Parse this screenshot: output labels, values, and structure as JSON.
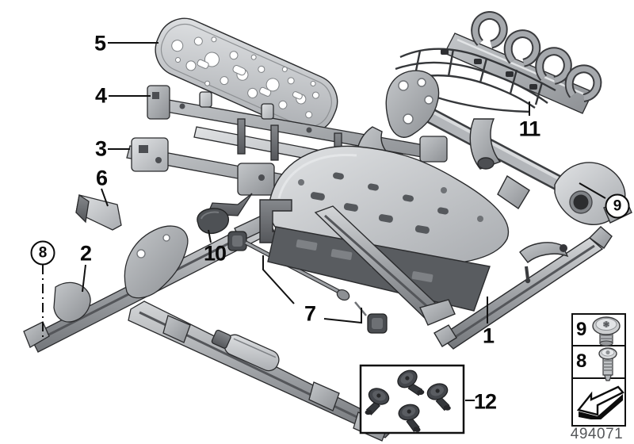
{
  "figure": {
    "type": "exploded-parts-diagram",
    "background": "#ffffff",
    "drawing_number": "494071"
  },
  "callouts": {
    "c1": {
      "label": "1",
      "style": "plain"
    },
    "c2": {
      "label": "2",
      "style": "plain"
    },
    "c3": {
      "label": "3",
      "style": "plain"
    },
    "c4": {
      "label": "4",
      "style": "plain"
    },
    "c5": {
      "label": "5",
      "style": "plain"
    },
    "c6": {
      "label": "6",
      "style": "plain"
    },
    "c7": {
      "label": "7",
      "style": "plain"
    },
    "c8": {
      "label": "8",
      "style": "circled"
    },
    "c9": {
      "label": "9",
      "style": "circled"
    },
    "c10": {
      "label": "10",
      "style": "plain"
    },
    "c11": {
      "label": "11",
      "style": "plain"
    },
    "c12": {
      "label": "12",
      "style": "plain"
    }
  },
  "legend": {
    "rows": [
      {
        "label": "9",
        "icon": "torx-pan-head-screw-icon"
      },
      {
        "label": "8",
        "icon": "torx-cheese-head-screw-icon"
      },
      {
        "label": "",
        "icon": "front-left-direction-arrow-icon"
      }
    ]
  },
  "hardware_box": {
    "callout": "12",
    "screw_count": 4,
    "icon": "oval-head-screw-set"
  },
  "colors": {
    "outline": "#2a2b2d",
    "leader_line": "#111111",
    "metal_light": "#d7d9db",
    "metal_mid": "#a9acb0",
    "metal_dark": "#66686c",
    "screw_dark": "#43464b",
    "label_text": "#0a0a0a",
    "drawing_number_text": "#55575a"
  }
}
